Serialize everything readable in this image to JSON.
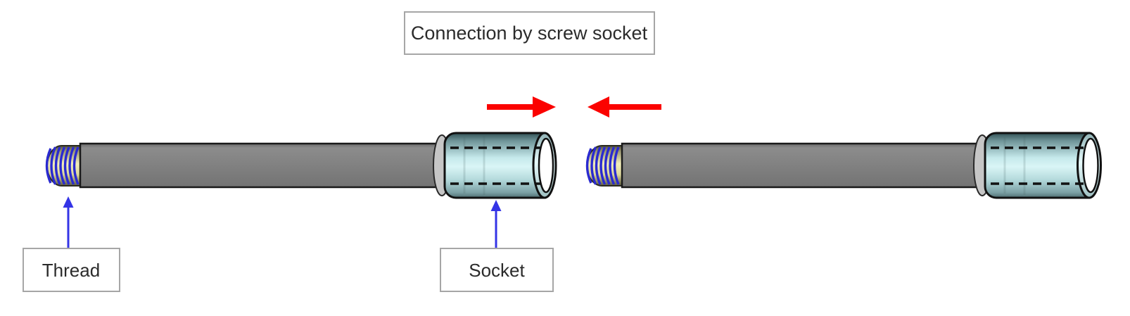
{
  "diagram": {
    "title": "Connection by screw socket",
    "callouts": {
      "thread_label": "Thread",
      "socket_label": "Socket"
    },
    "colors": {
      "background": "#ffffff",
      "rod_gray": "#7f7f7f",
      "thread_yellow": "#efeab2",
      "thread_line_blue": "#2a2ad0",
      "socket_cyan": "#cdeef0",
      "push_arrow_red": "#fb0200",
      "callout_arrow_blue": "#3434e6",
      "label_box_border": "#a6a6a6",
      "outline_black": "#111111",
      "text_color": "#2b2b2b"
    }
  }
}
